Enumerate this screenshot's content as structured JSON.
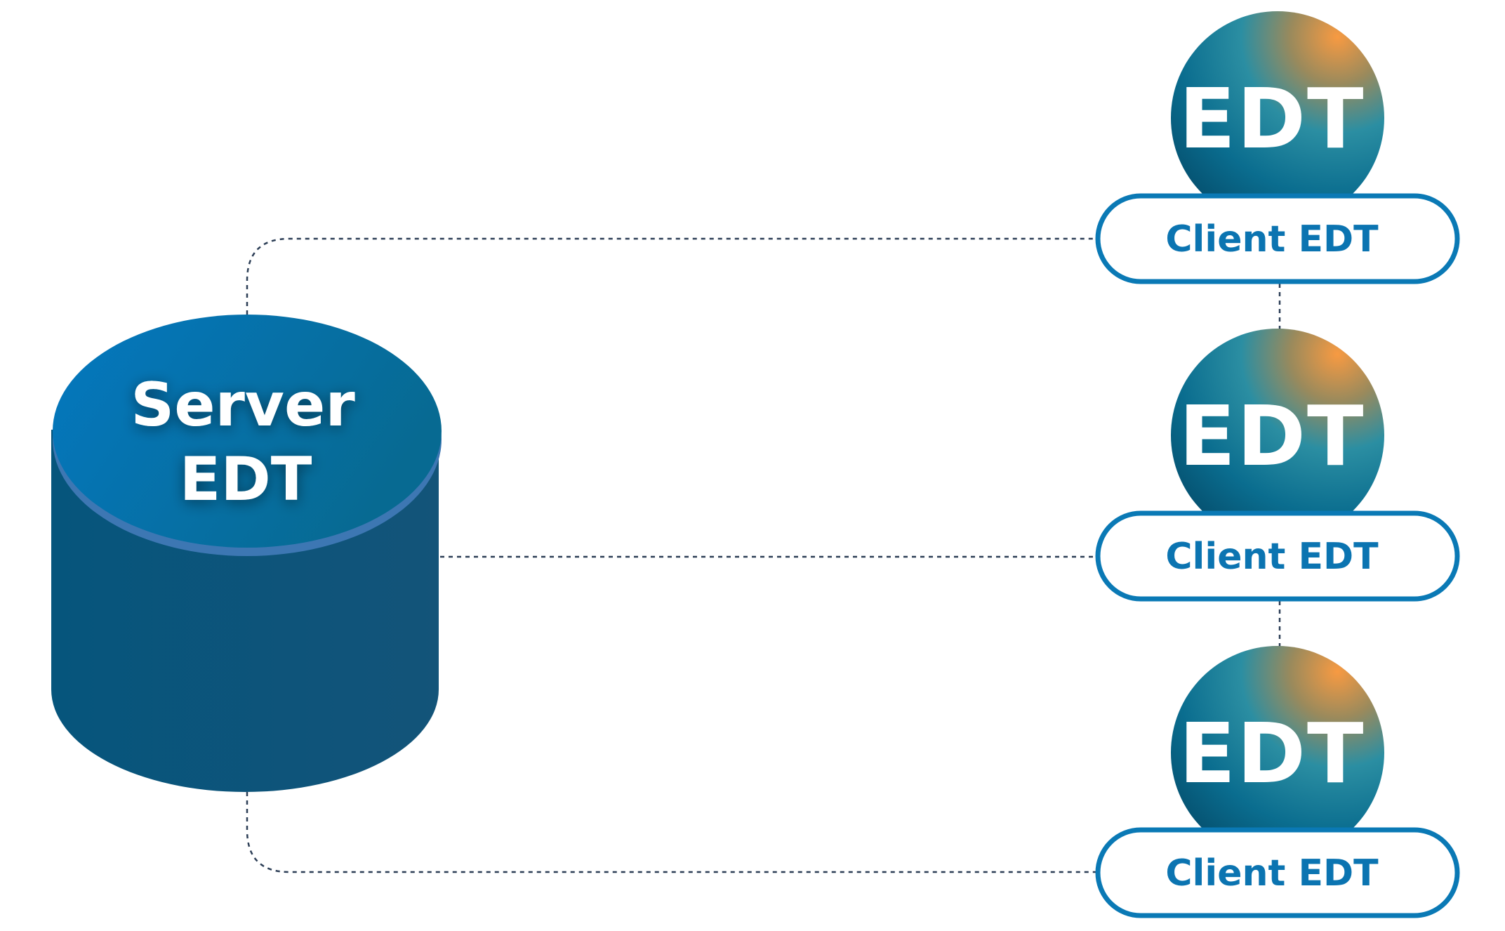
{
  "server": {
    "label_line1": "Server",
    "label_line2": "EDT"
  },
  "clients": [
    {
      "logo": "EDT",
      "label": "Client EDT"
    },
    {
      "logo": "EDT",
      "label": "Client EDT"
    },
    {
      "logo": "EDT",
      "label": "Client EDT"
    }
  ],
  "colors": {
    "pill_border": "#0a79b5",
    "pill_text": "#0b74b1",
    "connector": "#2c3e56",
    "cylinder_body": "#0b557a",
    "logo_orange": "#f59a45",
    "logo_dark": "#05506f"
  }
}
